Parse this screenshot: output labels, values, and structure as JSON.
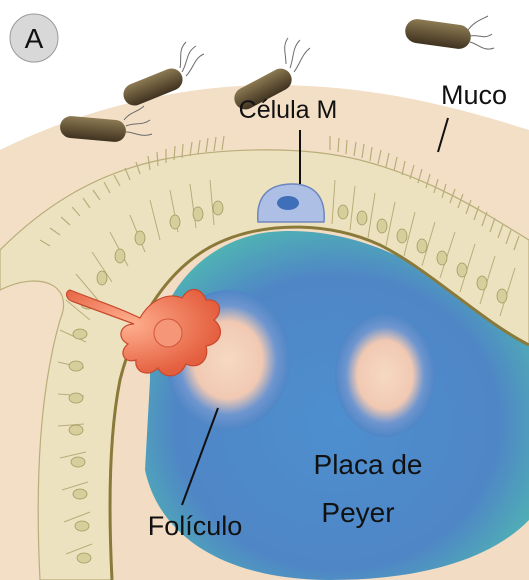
{
  "panel_letter": "A",
  "labels": {
    "mucus": "Muco",
    "m_cell": "Célula M",
    "follicle": "Folículo",
    "peyer_line1": "Placa de",
    "peyer_line2": "Peyer"
  },
  "colors": {
    "background": "#f3dcc4",
    "mucus_layer": "#f2dfc6",
    "epithelium": "#ede2c0",
    "cell_outline": "#b9ad7a",
    "nucleus": "#d6cf9b",
    "basement_membrane": "#8a7a3a",
    "peyer_blue": "#4f86c6",
    "peyer_teal": "#4fb6b2",
    "follicle_center": "#f4d2b8",
    "m_cell": "#aebfe6",
    "dendritic_cell": "#ef7a5a",
    "bacteria": "#5a4a2e"
  },
  "icons": [
    "bacterium-icon",
    "dendritic-cell-icon",
    "m-cell-icon"
  ]
}
